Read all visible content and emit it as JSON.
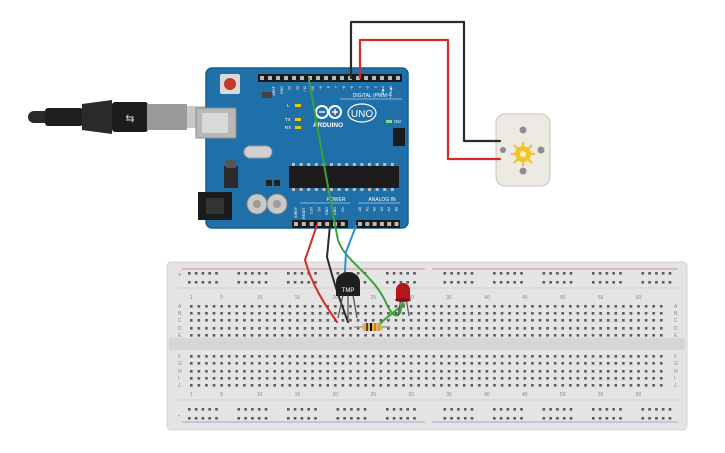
{
  "arduino": {
    "brand": "ARDUINO",
    "model": "UNO",
    "digital_header_label": "DIGITAL (PWM~)",
    "analog_header_label": "ANALOG IN",
    "power_header_label": "POWER",
    "on_label": "ON",
    "led_labels": [
      "L",
      "TX",
      "RX"
    ],
    "top_pin_labels": [
      "AREF",
      "GND",
      "13",
      "12",
      "~11",
      "~10",
      "~9",
      "8",
      "7",
      "~6",
      "~5",
      "4",
      "~3",
      "2",
      "TX▶1",
      "RX◀0"
    ],
    "power_pin_labels": [
      "IOREF",
      "RESET",
      "3.3V",
      "5V",
      "GND",
      "GND",
      "Vin"
    ],
    "analog_pin_labels": [
      "A0",
      "A1",
      "A2",
      "A3",
      "A4",
      "A5"
    ]
  },
  "sensor": {
    "label": "TMP"
  },
  "breadboard": {
    "column_numbers": [
      "1",
      "5",
      "10",
      "15",
      "20",
      "25",
      "30",
      "35",
      "40",
      "45",
      "50",
      "55",
      "60"
    ],
    "row_letters_top": [
      "A",
      "B",
      "C",
      "D",
      "E"
    ],
    "row_letters_bottom": [
      "F",
      "G",
      "H",
      "I",
      "J"
    ],
    "rail_plus": "+",
    "rail_minus": "-"
  },
  "colors": {
    "board_blue": "#1f6fa8",
    "board_edge": "#185d8f",
    "breadboard": "#e4e4e4",
    "wire_red": "#d42a2a",
    "wire_black": "#2b2b2b",
    "wire_green": "#3aa23a",
    "wire_blue": "#2f8fd6",
    "led_red": "#b5161b",
    "motor_body": "#eceae2",
    "motor_hub": "#f2c32b"
  }
}
